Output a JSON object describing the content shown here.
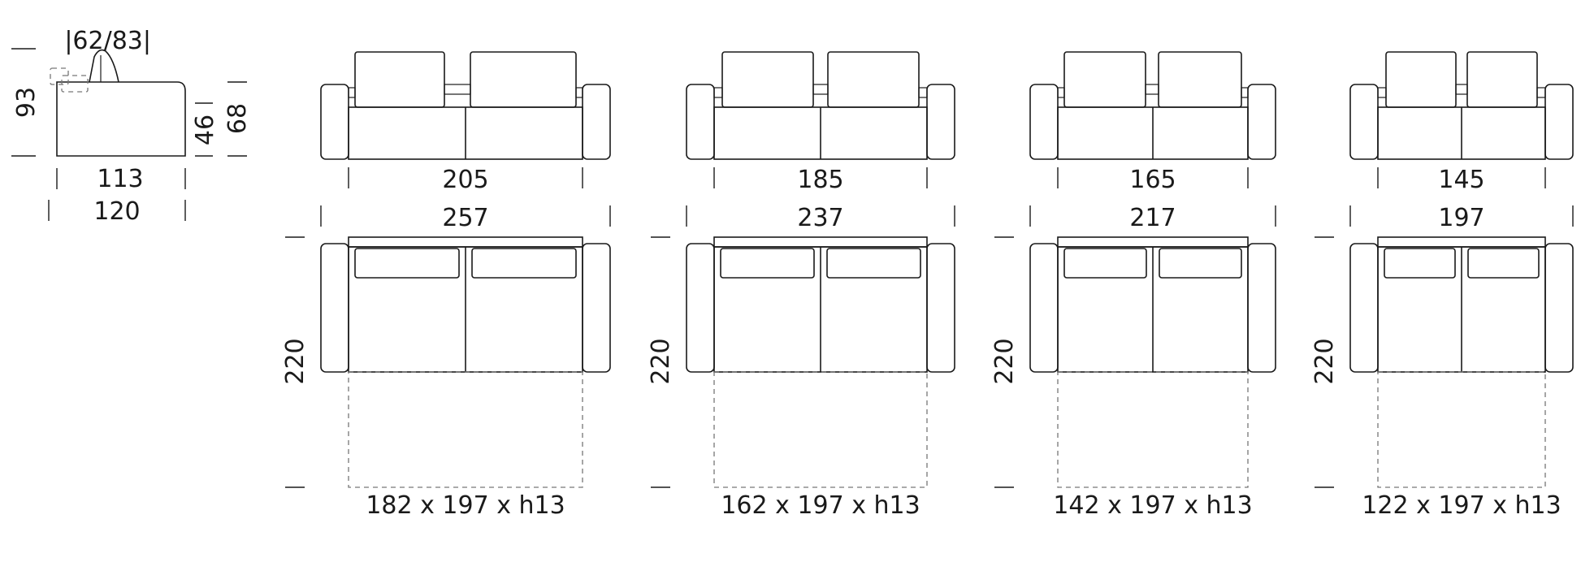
{
  "side_view": {
    "back_height": "|62/83|",
    "total_height": "93",
    "seat_height": "46",
    "arm_height": "68",
    "seat_depth": "113",
    "total_depth": "120"
  },
  "models": [
    {
      "seat_width": "205",
      "total_width": "257",
      "depth": "220",
      "bed_size": "182 x 197 x h13"
    },
    {
      "seat_width": "185",
      "total_width": "237",
      "depth": "220",
      "bed_size": "162 x 197 x h13"
    },
    {
      "seat_width": "165",
      "total_width": "217",
      "depth": "220",
      "bed_size": "142 x 197 x h13"
    },
    {
      "seat_width": "145",
      "total_width": "197",
      "depth": "220",
      "bed_size": "122 x 197 x h13"
    }
  ]
}
